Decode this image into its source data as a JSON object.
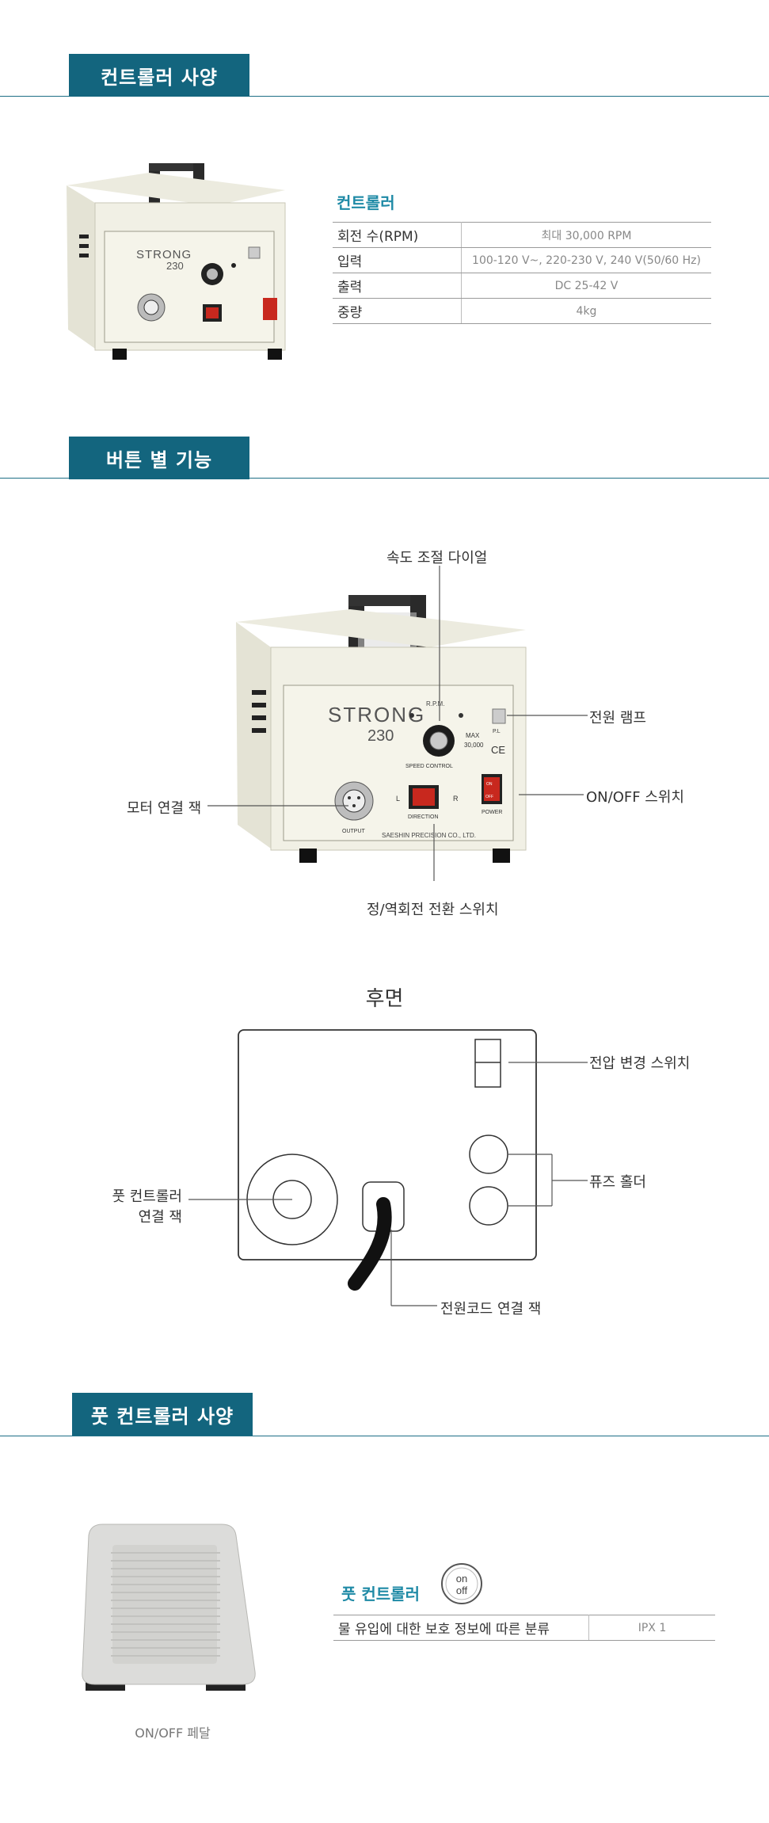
{
  "sections": {
    "controller_spec": "컨트롤러 사양",
    "button_functions": "버튼 별 기능",
    "foot_spec": "풋 컨트롤러 사양"
  },
  "controller": {
    "heading": "컨트롤러",
    "rows": [
      {
        "key": "회전 수(RPM)",
        "value": "최대 30,000 RPM"
      },
      {
        "key": "입력",
        "value": "100-120 V~, 220-230 V, 240 V(50/60 Hz)"
      },
      {
        "key": "출력",
        "value": "DC 25-42 V"
      },
      {
        "key": "중량",
        "value": "4kg"
      }
    ]
  },
  "device": {
    "brand": "STRONG",
    "model": "230",
    "rpm": "R.P.M.",
    "max": "MAX",
    "max_value": "30,000",
    "speed_control": "SPEED CONTROL",
    "direction": "DIRECTION",
    "power": "POWER",
    "output": "OUTPUT",
    "ce": "CE",
    "pl": "P.L",
    "company": "SAESHIN PRECISION CO., LTD.",
    "on": "ON",
    "off": "OFF",
    "l": "L",
    "r": "R"
  },
  "functions": {
    "speed_dial": "속도 조절 다이얼",
    "power_lamp": "전원 램프",
    "onoff_switch": "ON/OFF 스위치",
    "motor_jack": "모터 연결 잭",
    "direction_switch": "정/역회전 전환 스위치"
  },
  "rear": {
    "title": "후면",
    "voltage_switch": "전압 변경 스위치",
    "fuse_holder": "퓨즈 홀더",
    "foot_jack_line1": "풋 컨트롤러",
    "foot_jack_line2": "연결 잭",
    "power_cord": "전원코드 연결 잭"
  },
  "foot": {
    "heading": "풋 컨트롤러",
    "badge_on": "on",
    "badge_off": "off",
    "row_key": "물 유입에 대한 보호 정보에 따른 분류",
    "row_value": "IPX 1",
    "pedal_caption": "ON/OFF 페달"
  }
}
